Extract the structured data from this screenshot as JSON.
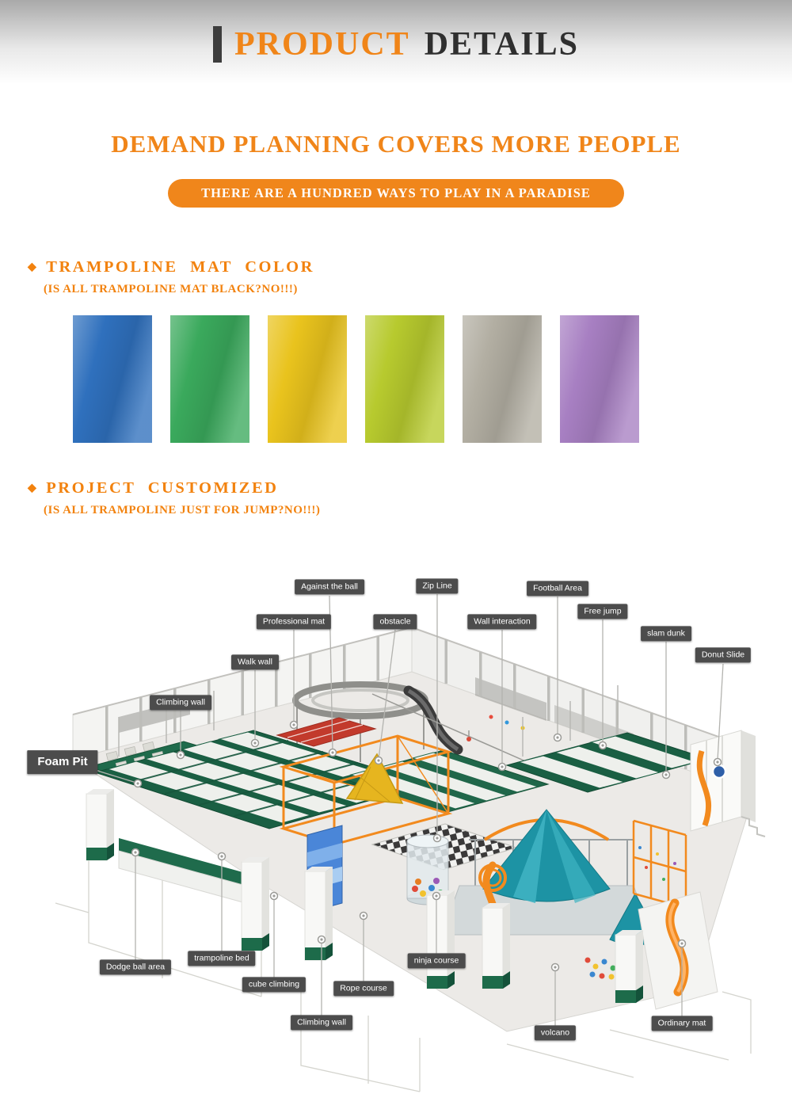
{
  "theme": {
    "accent": "#f08519",
    "banner_bg": "#f0861b",
    "tag_bg": "#4c4c4c"
  },
  "header": {
    "title_primary": "PRODUCT",
    "title_secondary": "DETAILS"
  },
  "hero": {
    "headline": "DEMAND PLANNING COVERS MORE PEOPLE",
    "tagline": "THERE ARE A HUNDRED WAYS TO PLAY IN A PARADISE"
  },
  "sections": {
    "mat_color": {
      "bullet": "◆",
      "title": "TRAMPOLINE MAT COLOR",
      "subtitle": "(IS ALL TRAMPOLINE MAT BLACK?NO!!!)",
      "swatches": [
        {
          "name": "blue",
          "color": "#2f70bd"
        },
        {
          "name": "green",
          "color": "#3aa95c"
        },
        {
          "name": "golden-yellow",
          "color": "#e9c31d"
        },
        {
          "name": "yellow-green",
          "color": "#b7ca2e"
        },
        {
          "name": "gray",
          "color": "#b2aea2"
        },
        {
          "name": "purple",
          "color": "#a77fc2"
        }
      ]
    },
    "customized": {
      "bullet": "◆",
      "title": "PROJECT CUSTOMIZED",
      "subtitle": "(IS ALL TRAMPOLINE JUST FOR JUMP?NO!!!)"
    }
  },
  "park": {
    "labels": [
      {
        "id": "against-the-ball",
        "text": "Against the ball"
      },
      {
        "id": "zip-line",
        "text": "Zip Line"
      },
      {
        "id": "football-area",
        "text": "Football Area"
      },
      {
        "id": "professional-mat",
        "text": "Professional mat"
      },
      {
        "id": "obstacle",
        "text": "obstacle"
      },
      {
        "id": "wall-interaction",
        "text": "Wall interaction"
      },
      {
        "id": "free-jump",
        "text": "Free jump"
      },
      {
        "id": "slam-dunk",
        "text": "slam dunk"
      },
      {
        "id": "donut-slide",
        "text": "Donut Slide"
      },
      {
        "id": "walk-wall",
        "text": "Walk wall"
      },
      {
        "id": "climbing-wall-upper",
        "text": "Climbing wall"
      },
      {
        "id": "foam-pit",
        "text": "Foam Pit"
      },
      {
        "id": "dodge-ball-area",
        "text": "Dodge ball area"
      },
      {
        "id": "trampoline-bed",
        "text": "trampoline bed"
      },
      {
        "id": "cube-climbing",
        "text": "cube  climbing"
      },
      {
        "id": "rope-course",
        "text": "Rope course"
      },
      {
        "id": "ninja-course",
        "text": "ninja course"
      },
      {
        "id": "climbing-wall-lower",
        "text": "Climbing wall"
      },
      {
        "id": "volcano",
        "text": "volcano"
      },
      {
        "id": "ordinary-mat",
        "text": "Ordinary mat"
      }
    ]
  }
}
